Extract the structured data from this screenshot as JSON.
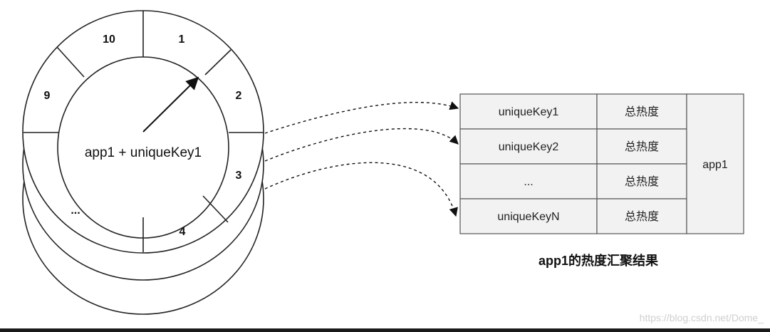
{
  "ring": {
    "center_label": "app1 + uniqueKey1",
    "segments": [
      "10",
      "1",
      "9",
      "2",
      "3",
      "...",
      "4"
    ]
  },
  "table": {
    "rows": [
      {
        "key": "uniqueKey1",
        "value": "总热度"
      },
      {
        "key": "uniqueKey2",
        "value": "总热度"
      },
      {
        "key": "...",
        "value": "总热度"
      },
      {
        "key": "uniqueKeyN",
        "value": "总热度"
      }
    ],
    "group_label": "app1",
    "caption": "app1的热度汇聚结果"
  },
  "watermark": "https://blog.csdn.net/Dome_",
  "colors": {
    "cell_fill": "#f2f2f2",
    "border": "#555555",
    "line": "#111111"
  }
}
